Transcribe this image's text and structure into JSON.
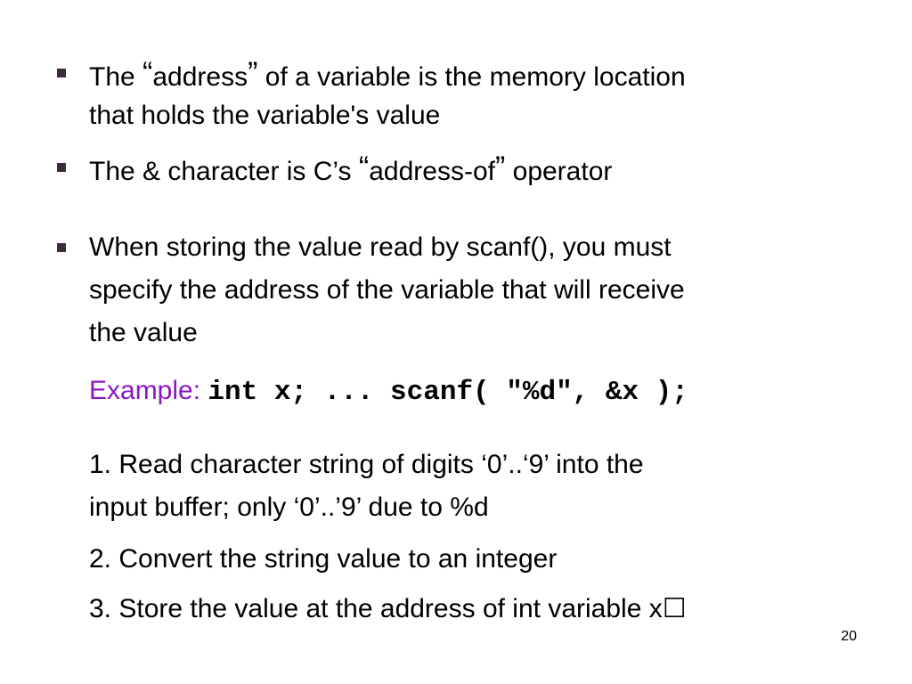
{
  "bullets": [
    {
      "line1_pre": "The ",
      "line1_open_quote": "“",
      "line1_word": "address",
      "line1_close_quote": "”",
      "line1_post": " of a variable is the memory location",
      "line2": "that holds the variable's value"
    },
    {
      "pre": "The & character is C’s ",
      "open_quote": "“",
      "word": "address-of",
      "close_quote": "”",
      "post": " operator"
    },
    {
      "line1": "When storing the value read by scanf(), you must",
      "line2": "specify the address of the variable that will receive",
      "line3": "the value"
    }
  ],
  "example": {
    "label": "Example:",
    "code": "int x; ... scanf( \"%d\", &x );"
  },
  "steps": [
    {
      "line1": "1. Read character string of digits ‘0’..‘9’ into the",
      "line2": "input buffer; only ‘0’..’9’ due to %d"
    },
    {
      "line1": "2. Convert the string value to an integer"
    },
    {
      "line1": "3. Store the value at the address of int variable x☐"
    }
  ],
  "page_number": "20",
  "colors": {
    "bullet": "#3d2b3d",
    "example_label": "#8b16c6",
    "text": "#000000"
  }
}
